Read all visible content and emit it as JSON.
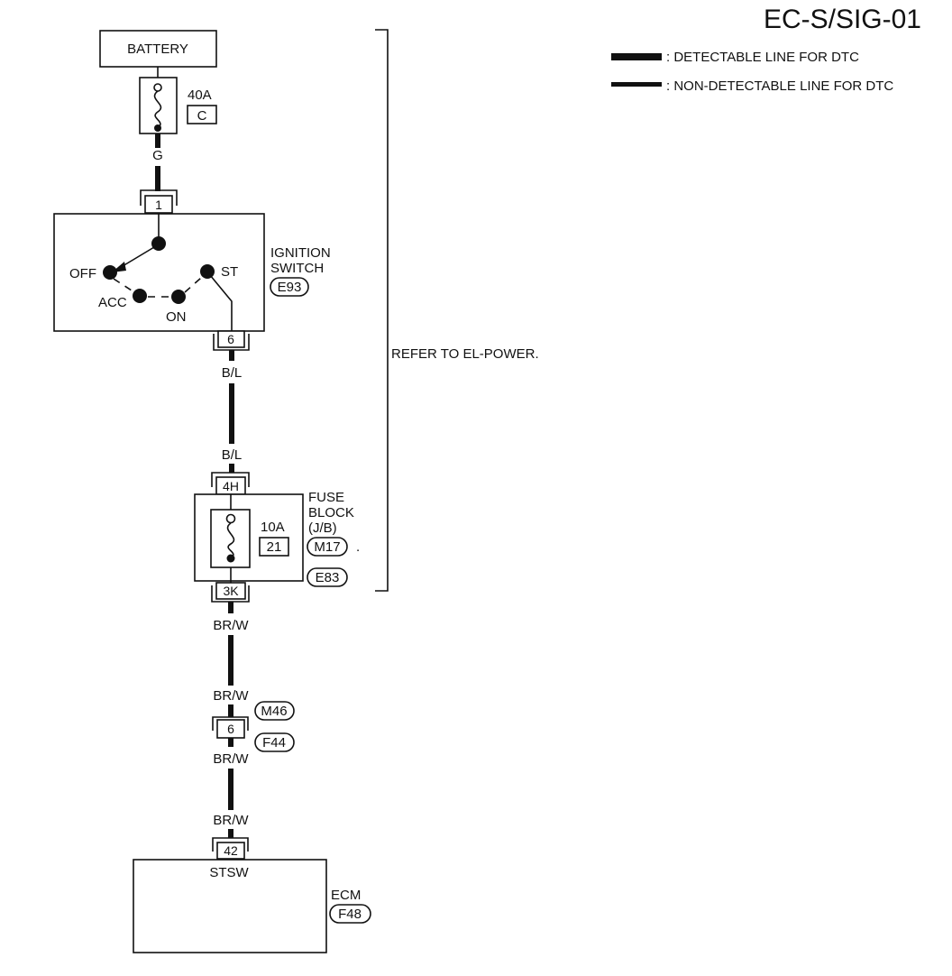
{
  "page_code": "EC-S/SIG-01",
  "legend": {
    "detectable": ": DETECTABLE LINE FOR DTC",
    "non_detectable": ": NON-DETECTABLE LINE FOR DTC"
  },
  "battery": {
    "label": "BATTERY"
  },
  "fusible_link": {
    "rating": "40A",
    "code": "C"
  },
  "wires": {
    "g": "G",
    "bl_top": "B/L",
    "bl_bottom": "B/L",
    "brw_1": "BR/W",
    "brw_2": "BR/W",
    "brw_3": "BR/W",
    "brw_4": "BR/W"
  },
  "ignition_switch": {
    "label_line1": "IGNITION",
    "label_line2": "SWITCH",
    "connector": "E93",
    "terminal_in": "1",
    "terminal_out": "6",
    "positions": {
      "off": "OFF",
      "acc": "ACC",
      "on": "ON",
      "st": "ST"
    }
  },
  "refer_note": "REFER TO EL-POWER.",
  "fuse_block": {
    "label_line1": "FUSE",
    "label_line2": "BLOCK",
    "label_line3": "(J/B)",
    "rating": "10A",
    "fuse_no": "21",
    "connector_1": "M17",
    "connector_2": "E83",
    "terminal_in": "4H",
    "terminal_out": "3K",
    "separator": "."
  },
  "joint_connector": {
    "terminal": "6",
    "connector_1": "M46",
    "connector_2": "F44"
  },
  "ecm": {
    "label": "ECM",
    "connector": "F48",
    "terminal": "42",
    "terminal_name": "STSW"
  }
}
